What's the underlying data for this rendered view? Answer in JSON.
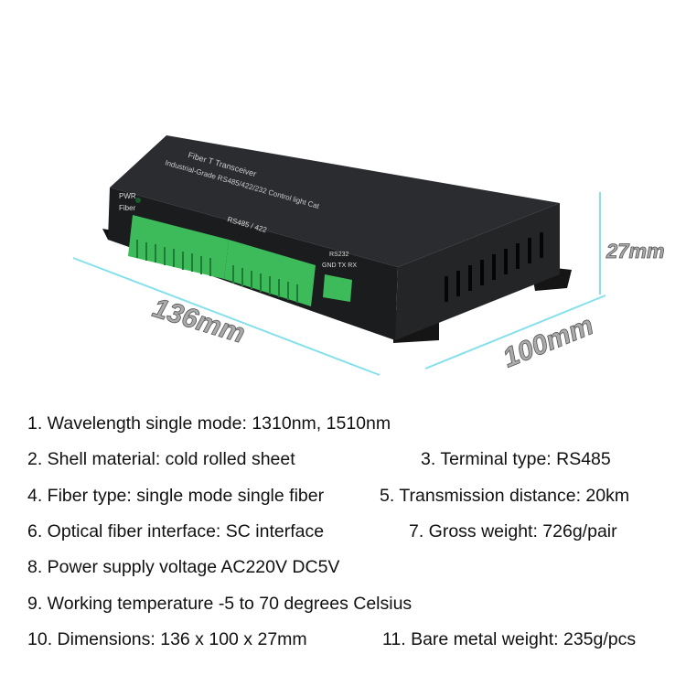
{
  "product": {
    "top_label_1": "Fiber T Transceiver",
    "top_label_2": "Industrial-Grade RS485/422/232 Control light Cat",
    "led_pwr": "PWR",
    "led_fiber": "Fiber",
    "rs485_label": "RS485 / 422",
    "rs232_label": "RS232",
    "rs232_pins": "GND TX  RX",
    "colors": {
      "body": "#1e2022",
      "terminal": "#3dbb5a",
      "dimension": "#7fdcea"
    }
  },
  "dimensions": {
    "length": "136mm",
    "width": "100mm",
    "height": "27mm"
  },
  "specs": [
    "1. Wavelength single mode: 1310nm, 1510nm",
    "2. Shell material: cold rolled sheet",
    "3. Terminal type: RS485",
    "4. Fiber type: single mode single fiber",
    "5. Transmission distance: 20km",
    "6. Optical fiber interface: SC interface",
    "7. Gross weight: 726g/pair",
    "8. Power supply voltage AC220V DC5V",
    "9. Working temperature -5 to 70 degrees Celsius",
    "10. Dimensions: 136 x 100 x 27mm",
    "11. Bare metal weight: 235g/pcs"
  ]
}
